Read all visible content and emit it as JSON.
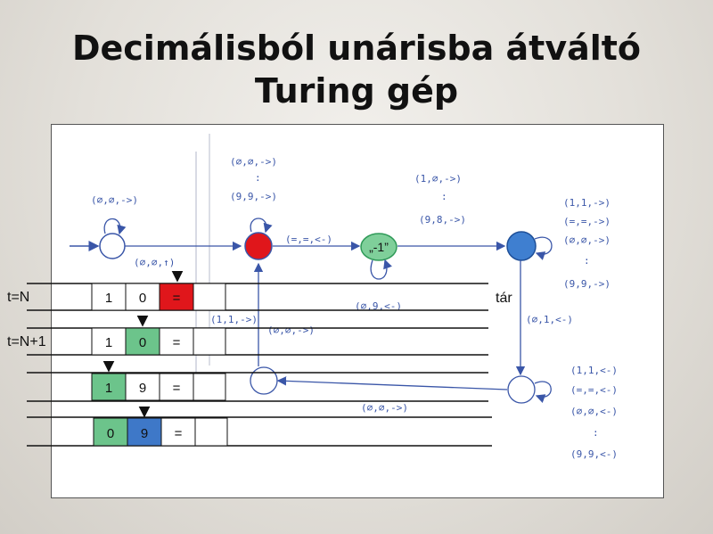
{
  "title": {
    "line1": "Decimálisból unárisba átváltó",
    "line2": "Turing gép"
  },
  "states": {
    "minus_one_label": "„-1”"
  },
  "transitions": {
    "start_loop": "(∅,∅,->)",
    "start_down": "(∅,∅,↑)",
    "red_loop_1": "(∅,∅,->)",
    "red_loop_dots": ":",
    "red_loop_2": "(9,9,->)",
    "red_to_green": "(=,=,<-)",
    "green_loop_1": "(1,∅,->)",
    "green_loop_dots": ":",
    "green_loop_2": "(9,8,->)",
    "green_self": "(∅,9,<-)",
    "blue_loop_1": "(1,1,->)",
    "blue_loop_2": "(=,=,->)",
    "blue_loop_3": "(∅,∅,->)",
    "blue_loop_dots": ":",
    "blue_loop_4": "(9,9,->)",
    "blue_down": "(∅,1,<-)",
    "lower_right_1": "(1,1,<-)",
    "lower_right_2": "(=,=,<-)",
    "lower_right_3": "(∅,∅,<-)",
    "lower_right_dots": ":",
    "lower_right_4": "(9,9,<-)",
    "lower_mid": "(∅,∅,->)",
    "left_up_1": "(1,1,->)",
    "left_up_2": "(∅,∅,->)"
  },
  "tar_label": "tár",
  "rows": [
    {
      "label": "t=N",
      "cells": [
        "1",
        "0",
        "=",
        ""
      ]
    },
    {
      "label": "t=N+1",
      "cells": [
        "1",
        "0",
        "=",
        ""
      ]
    },
    {
      "label": "",
      "cells": [
        "1",
        "9",
        "=",
        ""
      ]
    },
    {
      "label": "",
      "cells": [
        "0",
        "9",
        "=",
        ""
      ]
    }
  ],
  "colors": {
    "red_state": "#e0161b",
    "green_state": "#7fcf9a",
    "blue_state": "#3f7fd0",
    "highlight_red": "#e0161b",
    "highlight_green": "#6cc48b",
    "highlight_blue": "#3e78c8"
  }
}
